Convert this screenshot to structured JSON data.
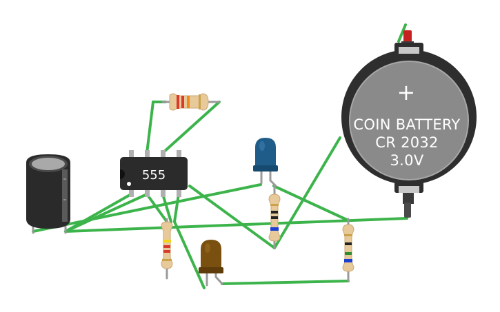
{
  "chip": {
    "label": "555"
  },
  "battery": {
    "line1": "COIN BATTERY",
    "line2": "CR 2032",
    "line3": "3.0V",
    "plus_sign": "+"
  },
  "colors": {
    "wire": "#3cb44b",
    "chip_body": "#2b2b2b",
    "battery_body": "#2e2e2e",
    "battery_face": "#8a8a8a",
    "led_blue": "#1f5c8a",
    "led_brown": "#7a5010",
    "resistor_body": "#e8c99a",
    "capacitor_body": "#2a2a2a"
  }
}
